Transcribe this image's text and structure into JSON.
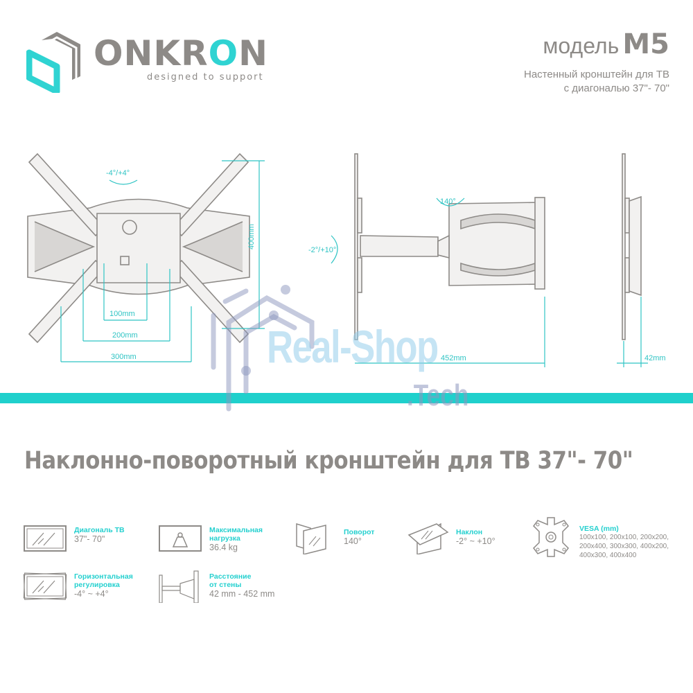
{
  "brand": {
    "name_main": "ONKR",
    "name_accent": "O",
    "name_end": "N",
    "tagline": "designed to support",
    "accent_color": "#2fd3d2",
    "gray_color": "#8d8a87"
  },
  "model": {
    "label": "модель",
    "code": "M5",
    "subtitle_line1": "Настенный кронштейн для ТВ",
    "subtitle_line2": "с диагональю 37\"- 70\""
  },
  "front_view": {
    "tilt_label": "-4°/+4°",
    "dim_100": "100mm",
    "dim_200": "200mm",
    "dim_300": "300mm",
    "dim_400": "400mm"
  },
  "side_view": {
    "swivel_label": "140°",
    "tilt_label": "-2°/+10°",
    "extension": "452mm"
  },
  "profile_view": {
    "depth": "42mm"
  },
  "watermark": {
    "text": "Real-Shop",
    "sub": ".Tech"
  },
  "main_title": "Наклонно-поворотный кронштейн для ТВ 37\"- 70\"",
  "specs": [
    {
      "icon": "tv-diagonal-icon",
      "label": "Диагональ ТВ",
      "value": "37\"- 70\""
    },
    {
      "icon": "max-load-icon",
      "label_line1": "Максимальная",
      "label_line2": "нагрузка",
      "value": "36.4 kg"
    },
    {
      "icon": "swivel-icon",
      "label": "Поворот",
      "value": "140°"
    },
    {
      "icon": "tilt-icon",
      "label": "Наклон",
      "value": "-2° ~ +10°"
    },
    {
      "icon": "vesa-icon",
      "label": "VESA (mm)",
      "values_line1": "100x100, 200x100, 200x200,",
      "values_line2": "200x400, 300x300, 400x200,",
      "values_line3": "400x300, 400x400"
    },
    {
      "icon": "horizontal-adjust-icon",
      "label_line1": "Горизонтальная",
      "label_line2": "регулировка",
      "value": "-4° ~ +4°"
    },
    {
      "icon": "wall-distance-icon",
      "label_line1": "Расстояние",
      "label_line2": "от стены",
      "value": "42 mm - 452 mm"
    }
  ]
}
